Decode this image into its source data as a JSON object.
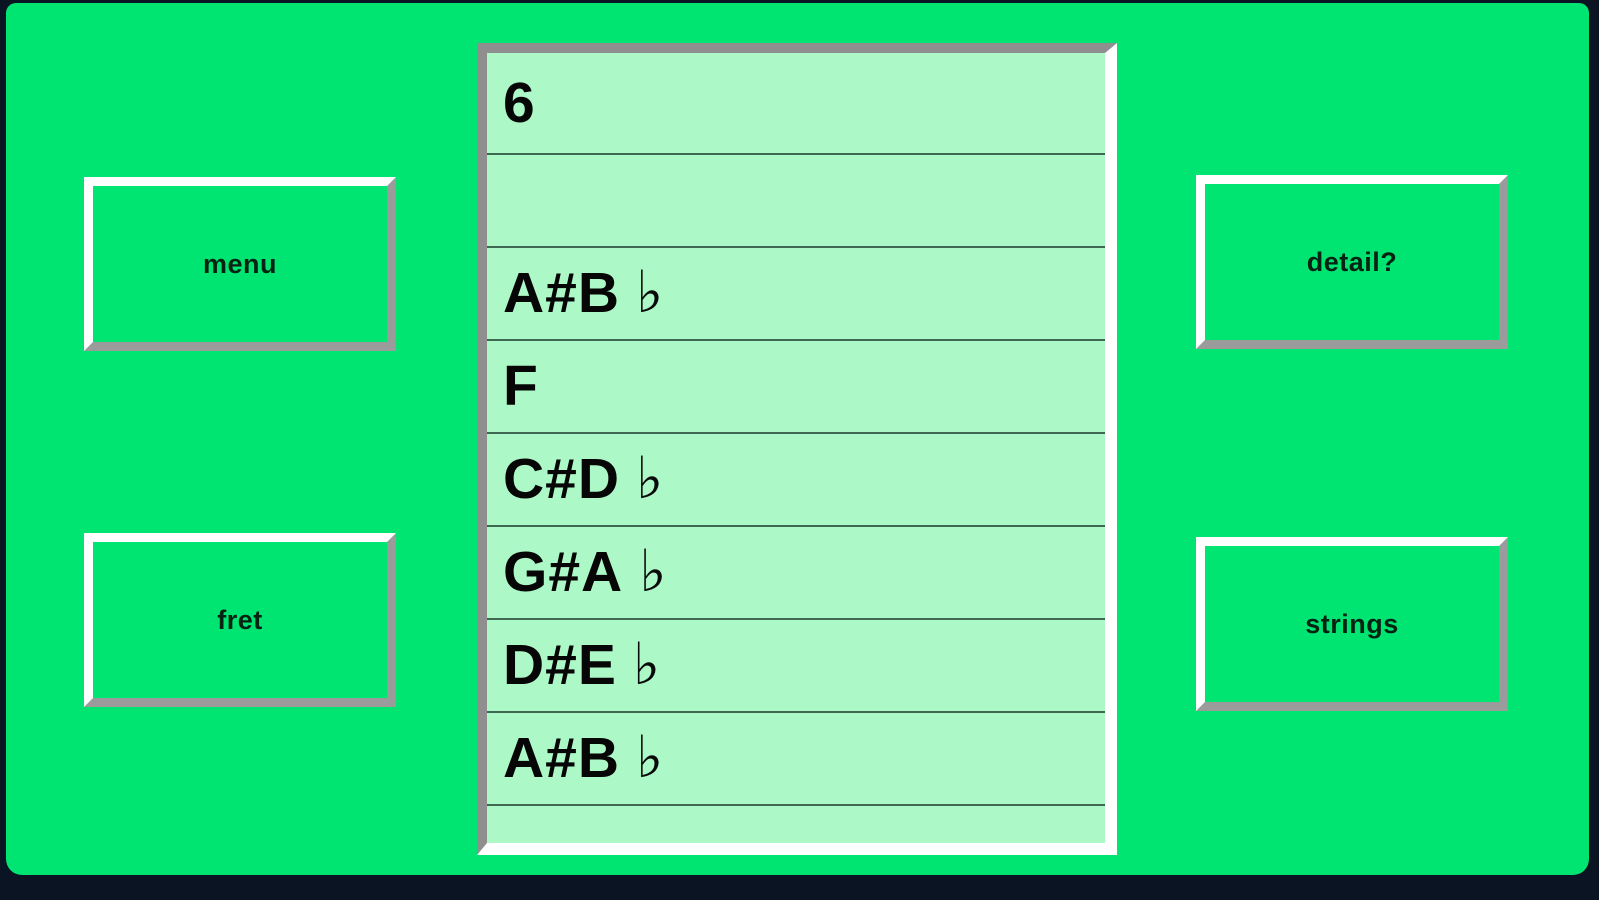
{
  "app": {
    "description": "fretboard note display screen",
    "fret_number_shown": "6"
  },
  "colors": {
    "stage_green": "#00e472",
    "panel_mint": "#acf8c7",
    "frame_dark": "#0a1422",
    "separator": "#3f6852",
    "bevel_light": "#ffffff",
    "bevel_shadow": "#9b9b9b",
    "panel_border_gray": "#8f8f8f",
    "text_black": "#060606"
  },
  "panel": {
    "rows": [
      {
        "name": "6",
        "flat": ""
      },
      {
        "name": "",
        "flat": ""
      },
      {
        "name": "A#B",
        "flat": "♭"
      },
      {
        "name": "F",
        "flat": ""
      },
      {
        "name": "C#D",
        "flat": "♭"
      },
      {
        "name": "G#A",
        "flat": "♭"
      },
      {
        "name": "D#E",
        "flat": "♭"
      },
      {
        "name": "A#B",
        "flat": "♭"
      },
      {
        "name": "",
        "flat": ""
      }
    ]
  },
  "buttons": {
    "menu_label": "menu",
    "detail_label": "detail?",
    "fret_label": "fret",
    "strings_label": "strings"
  }
}
